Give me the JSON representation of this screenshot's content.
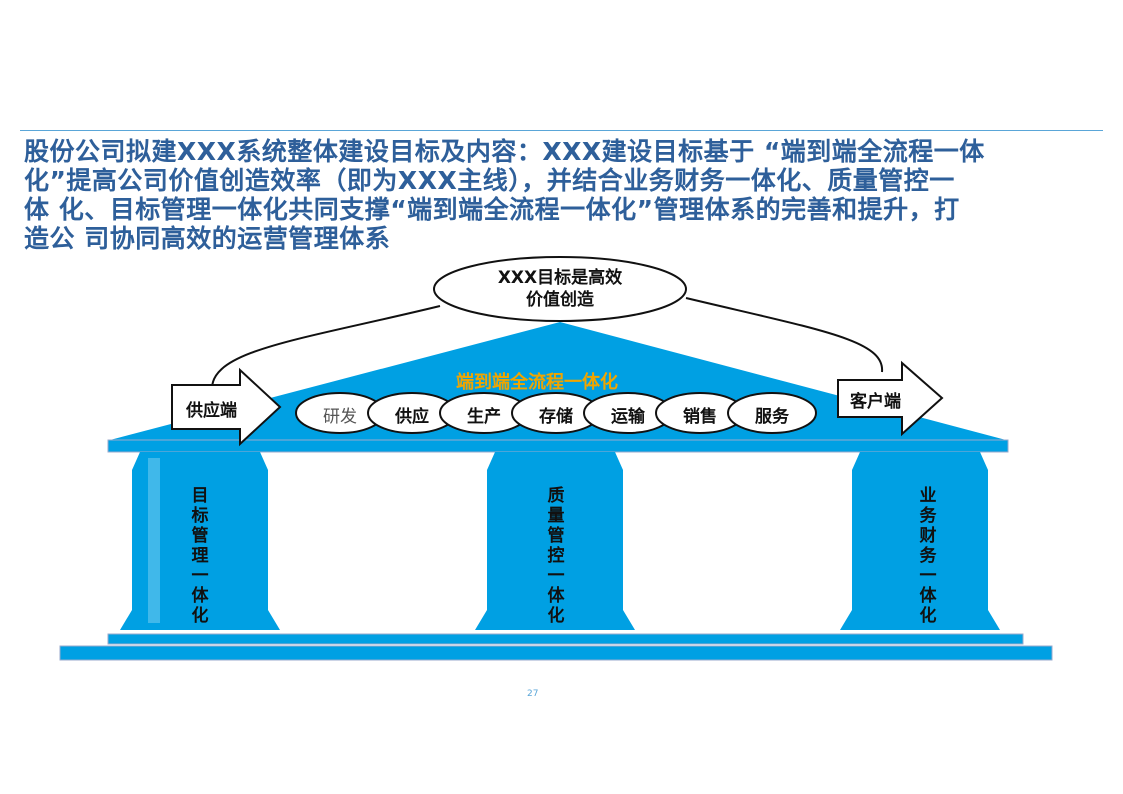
{
  "headline": {
    "line1": "股份公司拟建XXX系统整体建设目标及内容：XXX建设目标基于 “端到端全流程一体",
    "line2": "化”提高公司价值创造效率（即为XXX主线），并结合业务财务一体化、质量管控一",
    "line3": "体 化、目标管理一体化共同支撑“端到端全流程一体化”管理体系的完善和提升，打",
    "line4": "造公 司协同高效的运营管理体系"
  },
  "goal": {
    "line1": "XXX目标是高效",
    "line2": "价值创造"
  },
  "supply_arrow": "供应端",
  "customer_arrow": "客户端",
  "e2e_label": "端到端全流程一体化",
  "steps": [
    "研发",
    "供应",
    "生产",
    "存储",
    "运输",
    "销售",
    "服务"
  ],
  "pillars": [
    "目标管理一体化",
    "质量管控一体化",
    "业务财务一体化"
  ],
  "page_number": "27",
  "colors": {
    "blue": "#00a0e3",
    "dark_blue": "#2e5f9a",
    "gold": "#f0a500"
  }
}
